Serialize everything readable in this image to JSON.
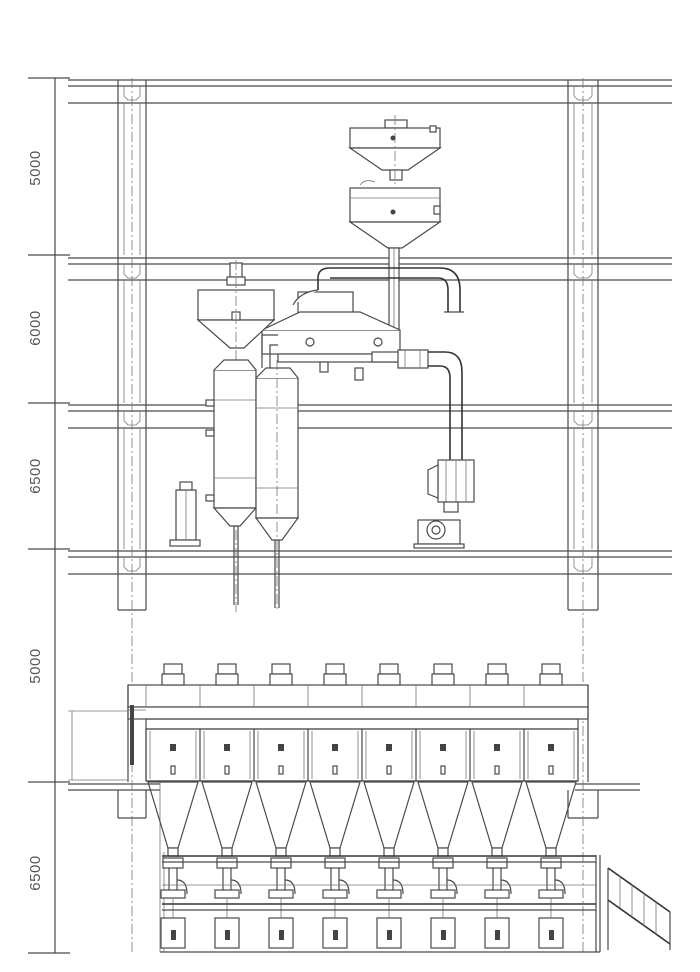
{
  "dimensions": {
    "levels": [
      "5000",
      "6000",
      "6500",
      "5000",
      "6500"
    ]
  },
  "drawing": {
    "filter_modules": 8,
    "colors": {
      "line": "#4a4a4a",
      "background": "#ffffff",
      "text": "#555555"
    }
  }
}
